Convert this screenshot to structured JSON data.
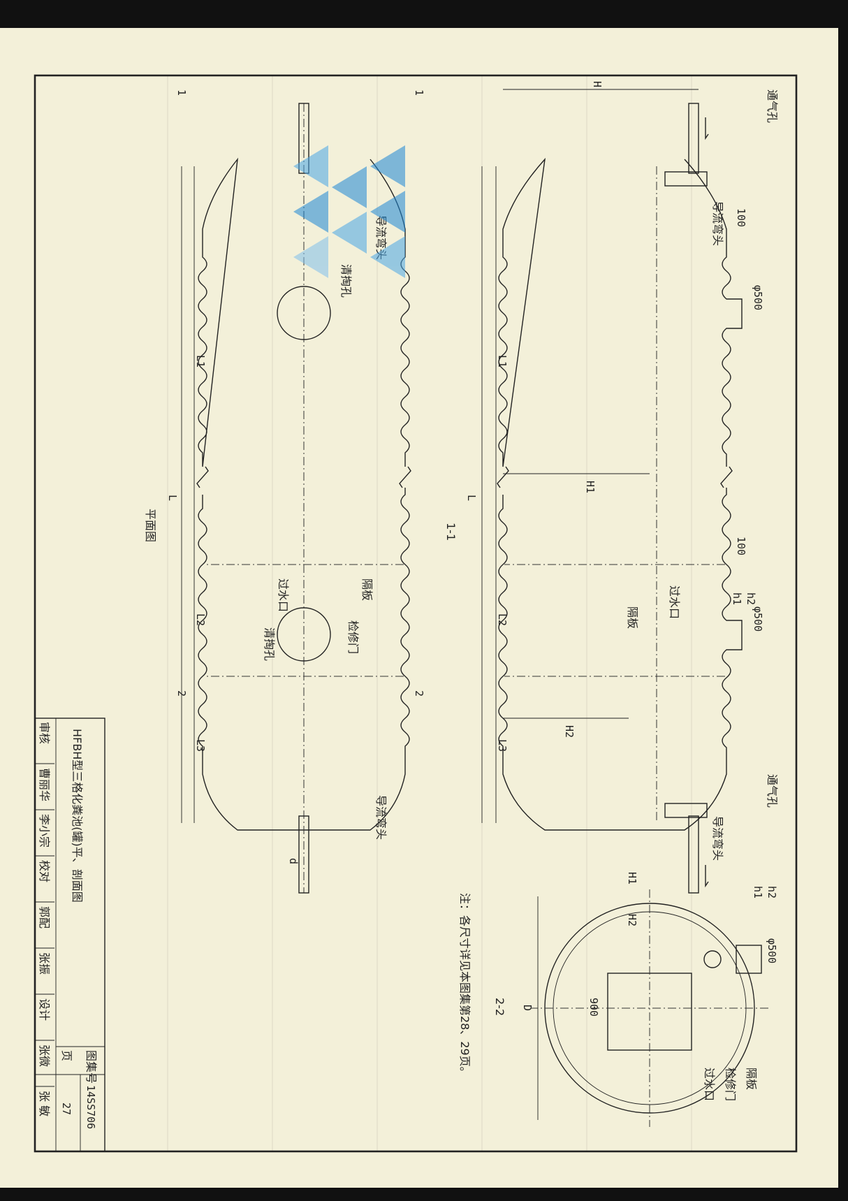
{
  "title_block": {
    "drawing_title": "HFBH型三格化粪池(罐)平、剖面图",
    "atlas_label": "图集号",
    "atlas_number": "14SS706",
    "page_label": "页",
    "page_number": "27",
    "signature_row": [
      "审核",
      "曹丽华",
      "李小宗",
      "校对",
      "郭配",
      "张振",
      "设计",
      "张微",
      "张 敏"
    ]
  },
  "section_1_1": {
    "title": "1-1",
    "labels": {
      "vent_left": "通气孔",
      "vent_right": "通气孔",
      "elbow_left": "导流弯头",
      "elbow_right": "导流弯头",
      "overflow": "过水口",
      "partition": "隔板"
    },
    "dims": {
      "phi500_a": "φ500",
      "phi500_b": "φ500",
      "d100_a": "100",
      "d100_b": "100",
      "h1": "h1",
      "h2": "h2",
      "H": "H",
      "H1": "H1",
      "H2": "H2",
      "L1": "L1",
      "L2": "L2",
      "L3": "L3",
      "L": "L"
    }
  },
  "plan": {
    "title": "平面图",
    "labels": {
      "elbow_left": "导流弯头",
      "elbow_right": "导流弯头",
      "clean_hole_left": "清掏孔",
      "clean_hole_right": "清掏孔",
      "access_door": "检修门",
      "partition": "隔板",
      "overflow": "过水口"
    },
    "dims": {
      "L1": "L1",
      "L2": "L2",
      "L3": "L3",
      "L": "L",
      "d": "d"
    },
    "cut_marks": {
      "a": "1",
      "b": "1",
      "c": "2",
      "d": "2"
    }
  },
  "section_2_2": {
    "title": "2-2",
    "labels": {
      "partition": "隔板",
      "access_door": "检修门",
      "overflow": "过水口"
    },
    "dims": {
      "phi500": "φ500",
      "d900": "900",
      "D": "D",
      "h1": "h1",
      "h2": "h2",
      "H1": "H1",
      "H2": "H2"
    }
  },
  "note": "注：各尺寸详见本图集第28、29页。"
}
